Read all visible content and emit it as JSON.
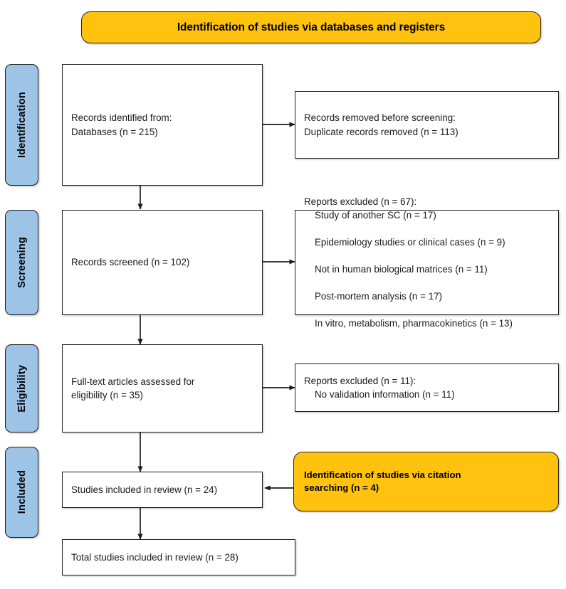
{
  "diagram": {
    "title": "Identification of studies via databases and registers",
    "type": "PRISMA flow diagram"
  },
  "header": {
    "label": "Identification of studies via databases and registers"
  },
  "stages": [
    {
      "key": "identification",
      "label": "Identification"
    },
    {
      "key": "screening",
      "label": "Screening"
    },
    {
      "key": "eligibility",
      "label": "Eligibility"
    },
    {
      "key": "included",
      "label": "Included"
    }
  ],
  "boxes": {
    "records_identified": {
      "line1": "Records identified from:",
      "line2": "Databases  (n = 215)",
      "text": "Records identified from:\nDatabases  (n = 215)"
    },
    "records_removed": {
      "line1": "Records removed before screening:",
      "line2": "Duplicate records removed  (n = 113)",
      "text": "Records removed before screening:\nDuplicate records removed  (n = 113)"
    },
    "records_screened": {
      "text": "Records screened (n = 102)"
    },
    "reports_excluded_screening": {
      "heading": "Reports excluded  (n = 67):",
      "reasons": [
        "Study of another SC (n = 17)",
        "Epidemiology studies or clinical cases (n = 9)",
        "Not in human biological matrices (n = 11)",
        "Post-mortem analysis (n = 17)",
        "In vitro, metabolism, pharmacokinetics (n = 13)"
      ]
    },
    "fulltext_assessed": {
      "line1": "Full-text articles assessed for",
      "line2": "eligibility (n = 35)",
      "text": "Full-text articles assessed for\neligibility (n = 35)"
    },
    "reports_excluded_eligibility": {
      "heading": "Reports excluded  (n = 11):",
      "reasons": [
        "No validation information (n = 11)"
      ]
    },
    "studies_included": {
      "text": "Studies included in review (n = 24)"
    },
    "citation_searching": {
      "line1": "Identification of studies via citation",
      "line2": "searching (n = 4)",
      "text": "Identification of studies via citation\nsearching (n = 4)"
    },
    "total_included": {
      "text": "Total studies included in review (n = 28)"
    }
  },
  "counts": {
    "records_identified_databases": 215,
    "duplicates_removed": 113,
    "records_screened": 102,
    "reports_excluded_screening_total": 67,
    "excluded_study_another_sc": 17,
    "excluded_epidemiology_clinical": 9,
    "excluded_not_human_matrices": 11,
    "excluded_post_mortem": 17,
    "excluded_in_vitro_metabolism_pk": 13,
    "fulltext_assessed": 35,
    "reports_excluded_eligibility_total": 11,
    "excluded_no_validation_info": 11,
    "studies_included_review": 24,
    "citation_searching": 4,
    "total_studies_included": 28
  },
  "colors": {
    "banner_amber": "#FFC20E",
    "stage_blue": "#9DC3E6",
    "outline": "#1C1C1C",
    "box_fill": "#FFFFFF",
    "text": "#1A1A1A"
  }
}
